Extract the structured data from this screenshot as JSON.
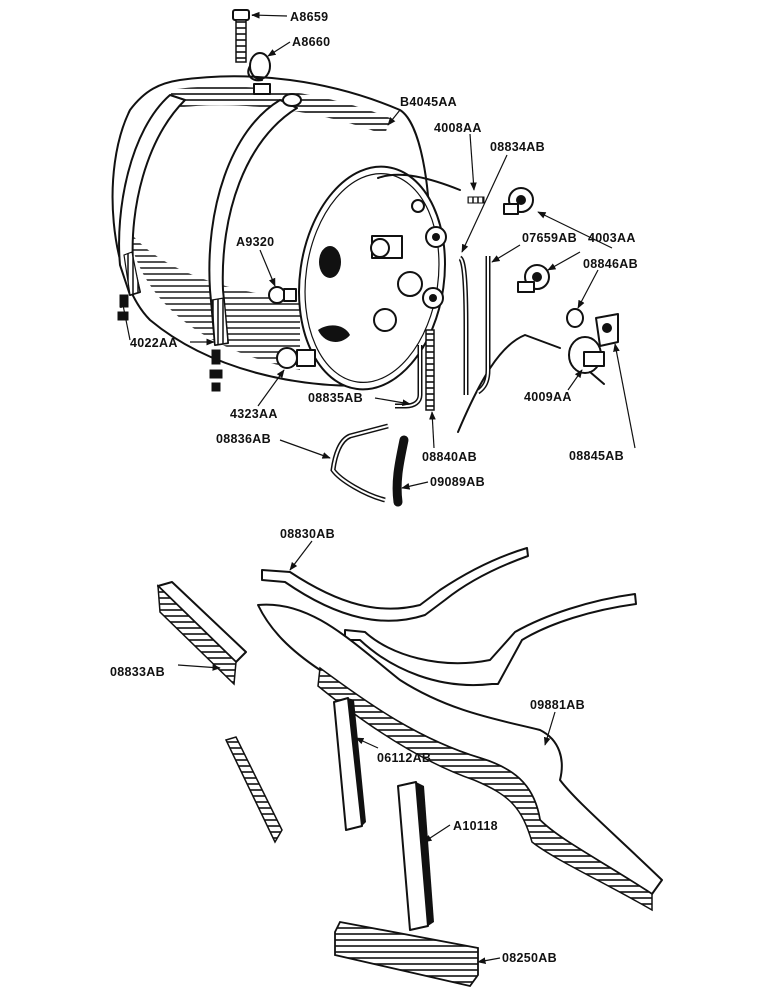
{
  "colors": {
    "ink": "#111111",
    "background": "#ffffff"
  },
  "labels": {
    "a8659": "A8659",
    "a8660": "A8660",
    "b4045aa": "B4045AA",
    "p4008aa": "4008AA",
    "p08834ab": "08834AB",
    "a9320": "A9320",
    "p07659ab": "07659AB",
    "p4003aa": "4003AA",
    "p08846ab": "08846AB",
    "p4022aa": "4022AA",
    "p4009aa": "4009AA",
    "p4323aa": "4323AA",
    "p08835ab": "08835AB",
    "p08836ab": "08836AB",
    "p08840ab": "08840AB",
    "p08845ab": "08845AB",
    "p09089ab": "09089AB",
    "p08830ab": "08830AB",
    "p08833ab": "08833AB",
    "p09881ab": "09881AB",
    "p06112ab": "06112AB",
    "a10118": "A10118",
    "p08250ab": "08250AB"
  }
}
